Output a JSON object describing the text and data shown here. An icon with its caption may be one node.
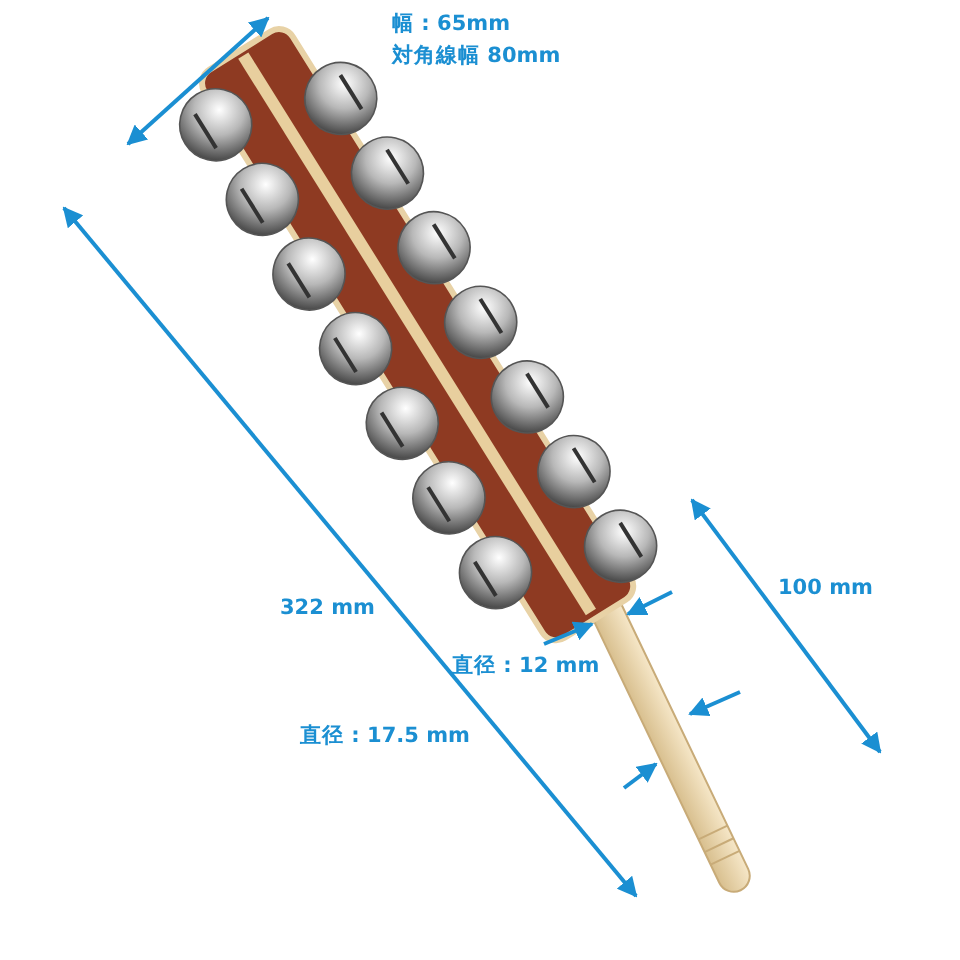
{
  "diagram": {
    "labels": [
      "幅 : 65mm",
      "対角線幅 80mm",
      "322 mm",
      "100 mm",
      "直径 : 12 mm",
      "直径 : 17.5 mm"
    ]
  }
}
